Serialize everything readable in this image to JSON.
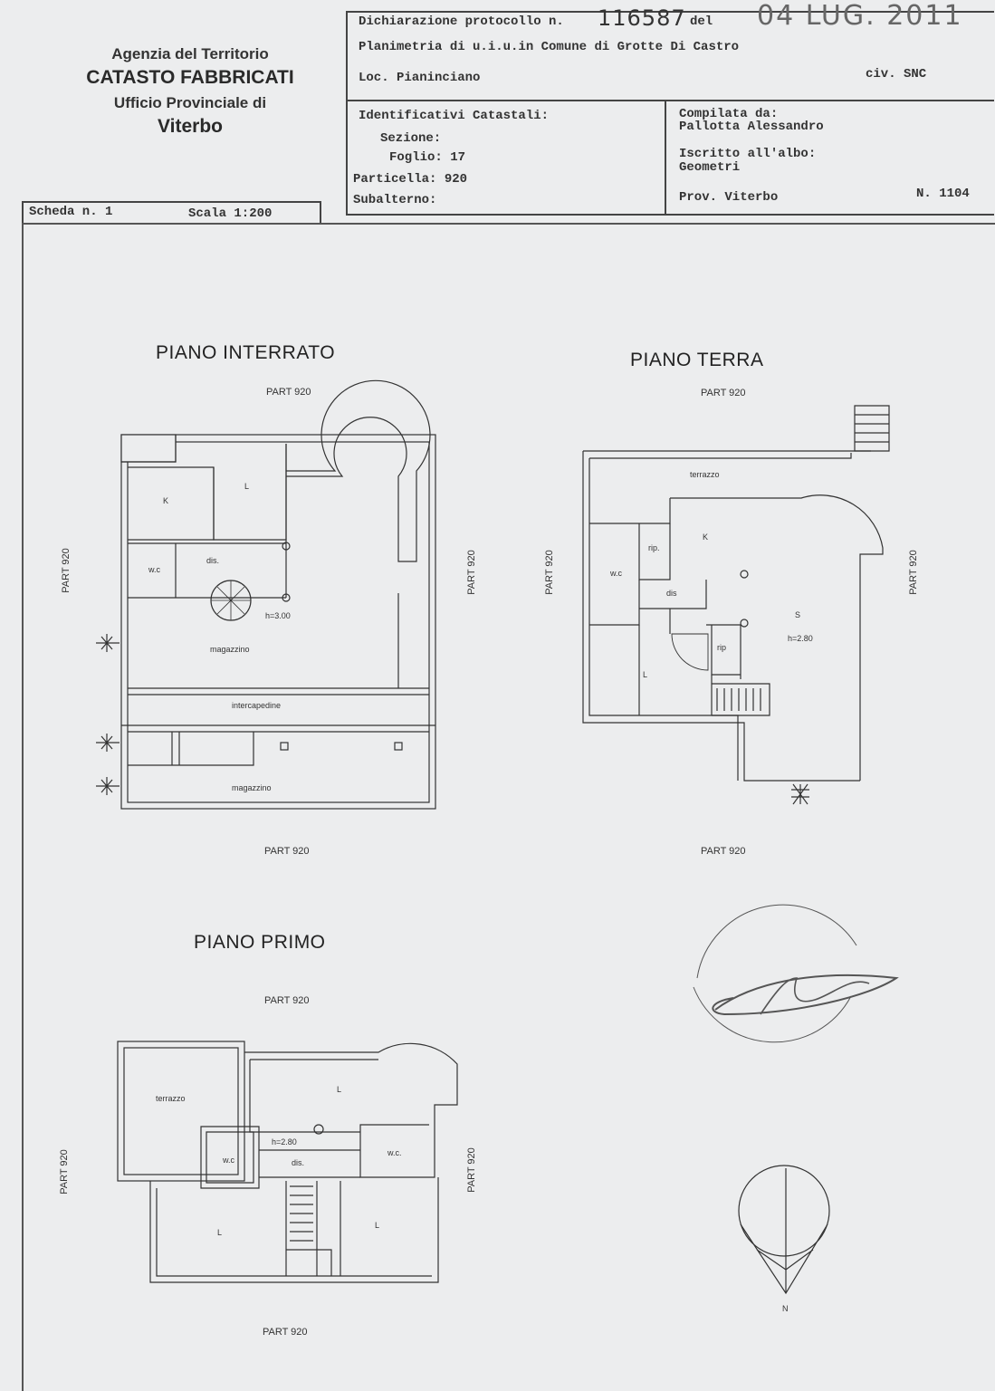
{
  "agency": {
    "line1": "Agenzia del Territorio",
    "line2": "CATASTO FABBRICATI",
    "line3": "Ufficio Provinciale di",
    "line4": "Viterbo"
  },
  "header": {
    "protocol_label": "Dichiarazione protocollo n.",
    "protocol_number": "116587",
    "del_label": "del",
    "date": "04 LUG. 2011",
    "planimetria": "Planimetria di u.i.u.in Comune di Grotte Di Castro",
    "loc": "Loc. Pianinciano",
    "civ": "civ. SNC"
  },
  "identificativi": {
    "title": "Identificativi Catastali:",
    "sezione": "Sezione:",
    "foglio": "Foglio: 17",
    "particella": "Particella: 920",
    "subalterno": "Subalterno:"
  },
  "compilata": {
    "label": "Compilata da:",
    "name": "Pallotta Alessandro",
    "iscritto": "Iscritto all'albo:",
    "albo": "Geometri",
    "prov": "Prov. Viterbo",
    "numero": "N. 1104"
  },
  "scheda": {
    "scheda": "Scheda n. 1",
    "scala": "Scala 1:200"
  },
  "plans": {
    "interrato": {
      "title": "PIANO INTERRATO",
      "rooms": {
        "k": "K",
        "l": "L",
        "wc": "w.c",
        "dis": "dis.",
        "h": "h=3.00",
        "magazzino1": "magazzino",
        "intercapedine": "intercapedine",
        "magazzino2": "magazzino"
      }
    },
    "terra": {
      "title": "PIANO TERRA",
      "rooms": {
        "terrazzo": "terrazzo",
        "rip1": "rip.",
        "k": "K",
        "wc": "w.c",
        "dis": "dis",
        "s": "S",
        "h": "h=2.80",
        "rip2": "rip",
        "l": "L"
      }
    },
    "primo": {
      "title": "PIANO PRIMO",
      "rooms": {
        "terrazzo": "terrazzo",
        "l1": "L",
        "wc1": "w.c",
        "h": "h=2.80",
        "dis": "dis.",
        "wc2": "w.c.",
        "l2": "L",
        "l3": "L"
      }
    },
    "part_label": "PART 920"
  },
  "north": "N"
}
